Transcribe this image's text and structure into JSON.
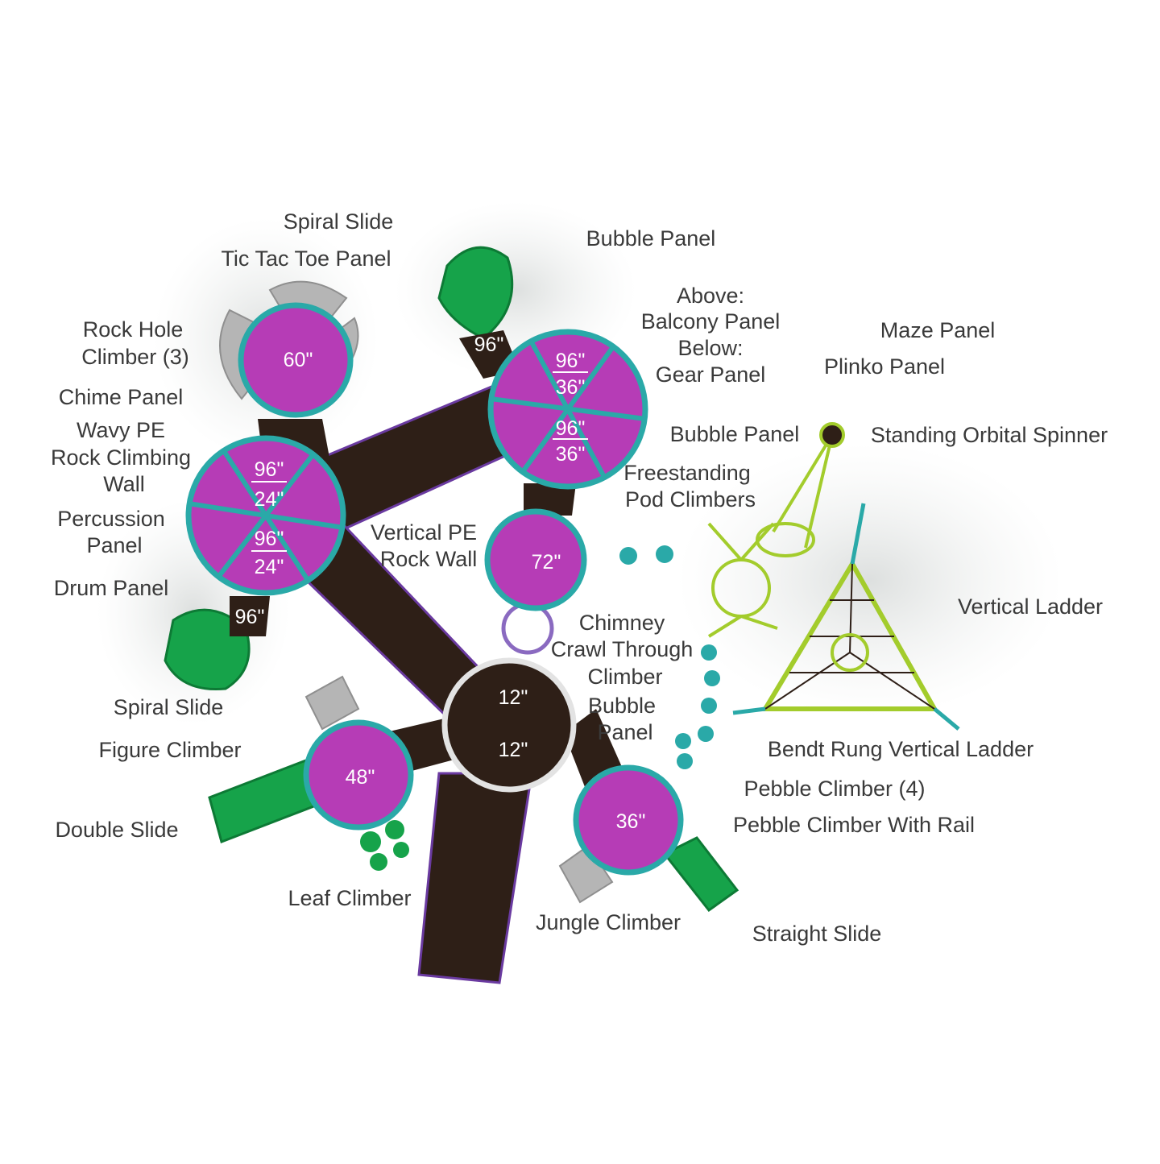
{
  "colors": {
    "deck": "#2e1f17",
    "roof": "#b63cb6",
    "roof_rim": "#2aa9a8",
    "slide": "#16a34a",
    "rock": "#b5b5b5",
    "net": "#a3cc2c",
    "label": "#3a3a3a"
  },
  "labels": {
    "spiral_slide_top": "Spiral Slide",
    "tic_tac_toe_panel": "Tic Tac Toe Panel",
    "bubble_panel_top": "Bubble Panel",
    "rock_hole_1": "Rock Hole",
    "rock_hole_2": "Climber (3)",
    "above": "Above:",
    "balcony_panel": "Balcony Panel",
    "below": "Below:",
    "gear_panel": "Gear Panel",
    "maze_panel": "Maze Panel",
    "plinko_panel": "Plinko Panel",
    "chime_panel": "Chime Panel",
    "wavy_1": "Wavy PE",
    "wavy_2": "Rock Climbing",
    "wavy_3": "Wall",
    "bubble_panel_mid": "Bubble Panel",
    "standing_orbital_spinner": "Standing Orbital Spinner",
    "freestanding_1": "Freestanding",
    "freestanding_2": "Pod Climbers",
    "percussion_1": "Percussion",
    "percussion_2": "Panel",
    "vertical_pe_1": "Vertical PE",
    "vertical_pe_2": "Rock Wall",
    "drum_panel": "Drum Panel",
    "vertical_ladder": "Vertical Ladder",
    "chimney": "Chimney",
    "crawl_through": "Crawl Through",
    "climber": "Climber",
    "bubble_low_1": "Bubble",
    "bubble_low_2": "Panel",
    "spiral_slide_left": "Spiral Slide",
    "figure_climber": "Figure Climber",
    "bendt_rung": "Bendt Rung Vertical Ladder",
    "pebble_climber": "Pebble Climber (4)",
    "pebble_with_rail": "Pebble Climber With Rail",
    "double_slide": "Double Slide",
    "leaf_climber": "Leaf Climber",
    "jungle_climber": "Jungle Climber",
    "straight_slide": "Straight Slide"
  },
  "dimensions": {
    "roof_60": "60\"",
    "slide_96_top": "96\"",
    "roof_tr_a": "96\"",
    "roof_tr_b": "36\"",
    "roof_tr_c": "96\"",
    "roof_tr_d": "36\"",
    "roof_l_a": "96\"",
    "roof_l_b": "24\"",
    "roof_l_c": "96\"",
    "roof_l_d": "24\"",
    "roof_72": "72\"",
    "slide_96_left": "96\"",
    "deck_12_a": "12\"",
    "deck_12_b": "12\"",
    "roof_48": "48\"",
    "roof_36": "36\""
  }
}
